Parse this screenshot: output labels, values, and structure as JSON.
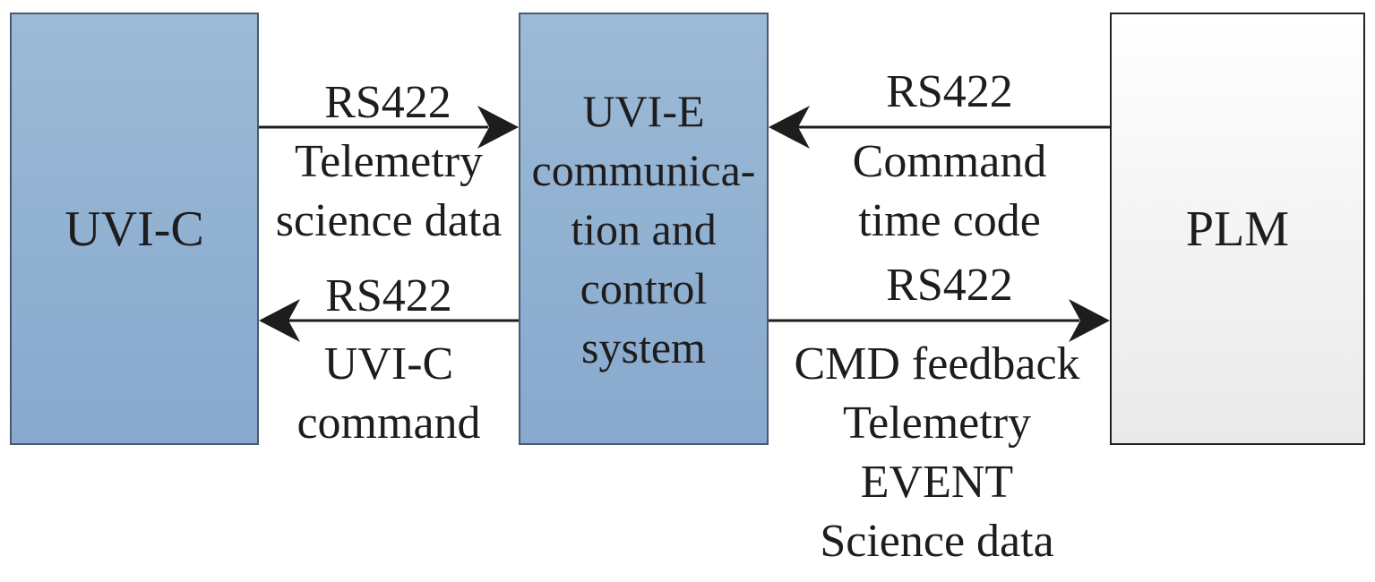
{
  "nodes": {
    "uvi_c": {
      "label": "UVI-C"
    },
    "uvi_e": {
      "label": "UVI-E\ncommunica-\ntion and\ncontrol\nsystem"
    },
    "plm": {
      "label": "PLM"
    }
  },
  "links": {
    "uvic_to_uvie": {
      "protocol": "RS422",
      "content": [
        "Telemetry",
        "science data"
      ]
    },
    "uvie_to_uvic": {
      "protocol": "RS422",
      "content": [
        "UVI-C",
        "command"
      ]
    },
    "plm_to_uvie": {
      "protocol": "RS422",
      "content": [
        "Command",
        "time code"
      ]
    },
    "uvie_to_plm": {
      "protocol": "RS422",
      "content": [
        "CMD feedback",
        "Telemetry",
        "EVENT",
        "Science data"
      ]
    }
  },
  "colors": {
    "box_blue_top": "#9cbad7",
    "box_blue_bottom": "#87a9cd",
    "box_gray_top": "#ffffff",
    "box_gray_bottom": "#e9e9e9",
    "line": "#1e1c1c"
  }
}
